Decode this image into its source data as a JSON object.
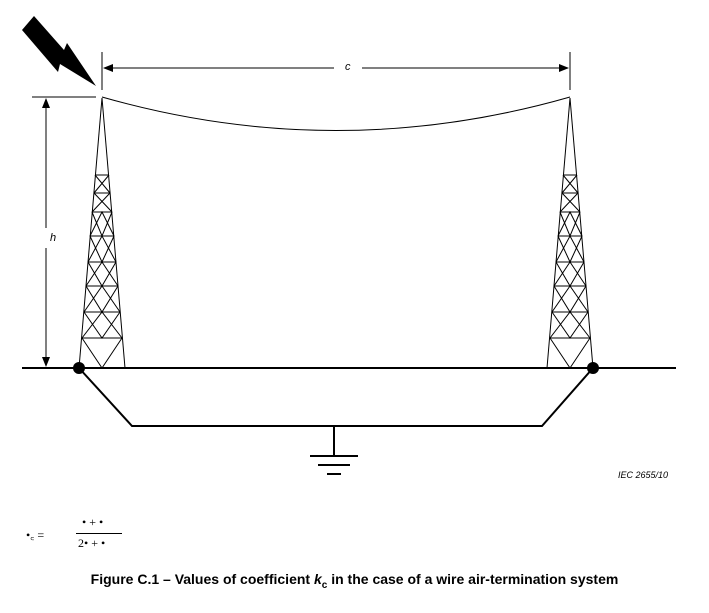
{
  "diagram": {
    "label_c": "c",
    "label_h": "h",
    "credit": "IEC  2655/10"
  },
  "formula": {
    "lhs": "•꜀ =",
    "numerator": "• + •",
    "denominator": "2• + •"
  },
  "caption": {
    "prefix": "Figure C.1 – Values of coefficient ",
    "k": "k",
    "sub": "c",
    "suffix": " in the case of a wire air-termination system"
  }
}
